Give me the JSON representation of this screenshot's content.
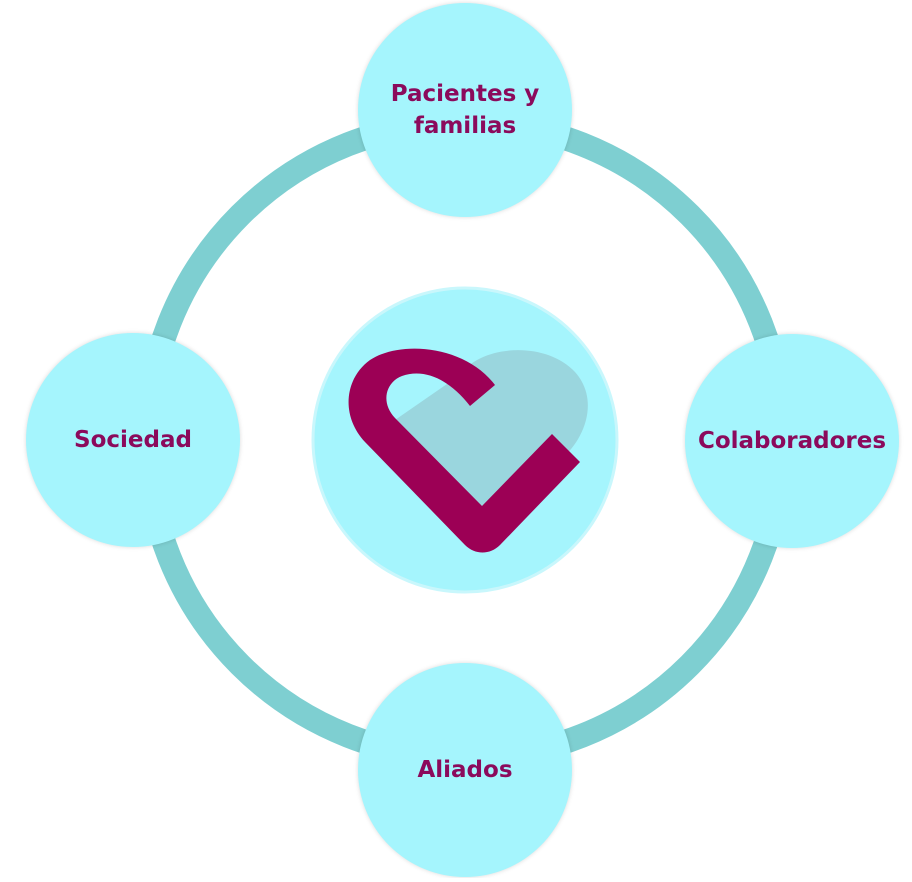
{
  "colors": {
    "ring": "#7ecfd1",
    "node_fill": "#a5f5fd",
    "label_text": "#8b0a5c",
    "heart_primary": "#9c0055",
    "heart_secondary": "#9ad6de",
    "center_fill": "#a5f5fd"
  },
  "nodes": {
    "top": {
      "label": "Pacientes y\nfamilias"
    },
    "right": {
      "label": "Colaboradores"
    },
    "bottom": {
      "label": "Aliados"
    },
    "left": {
      "label": "Sociedad"
    }
  },
  "center": {
    "icon": "heart-logo-icon"
  }
}
